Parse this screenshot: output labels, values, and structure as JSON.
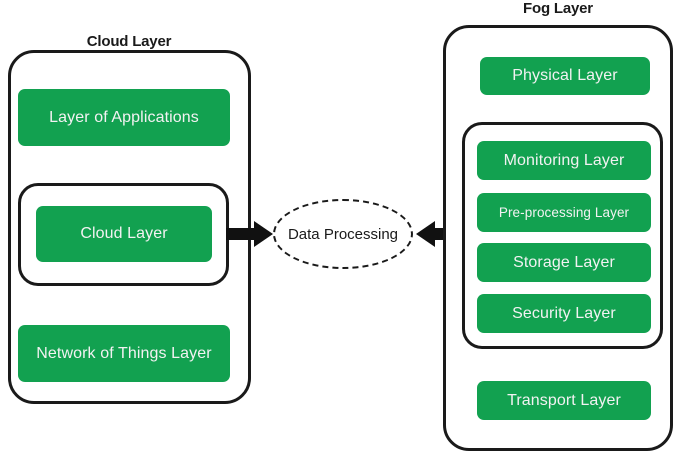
{
  "diagram": {
    "title_cloud": "Cloud Layer",
    "title_fog": "Fog Layer",
    "accent_green": "#12a150",
    "stroke_color": "#1a1a1a",
    "chip_text_color": "#f2f2f2",
    "background": "#ffffff"
  },
  "cloud_side": {
    "title": "Cloud Layer",
    "chips": [
      {
        "label": "Layer of Applications"
      },
      {
        "label": "Cloud Layer"
      },
      {
        "label": "Network of Things Layer"
      }
    ],
    "inner_group_label": "Cloud Layer"
  },
  "center": {
    "node_label": "Data Processing",
    "arrow_left_name": "arrow-cloud-to-processing",
    "arrow_right_name": "arrow-fog-to-processing"
  },
  "fog_side": {
    "title": "Fog Layer",
    "chips_outer": [
      {
        "label": "Physical Layer"
      },
      {
        "label": "Transport Layer"
      }
    ],
    "chips_inner": [
      {
        "label": "Monitoring Layer"
      },
      {
        "label": "Pre-processing Layer"
      },
      {
        "label": "Storage Layer"
      },
      {
        "label": "Security Layer"
      }
    ]
  }
}
